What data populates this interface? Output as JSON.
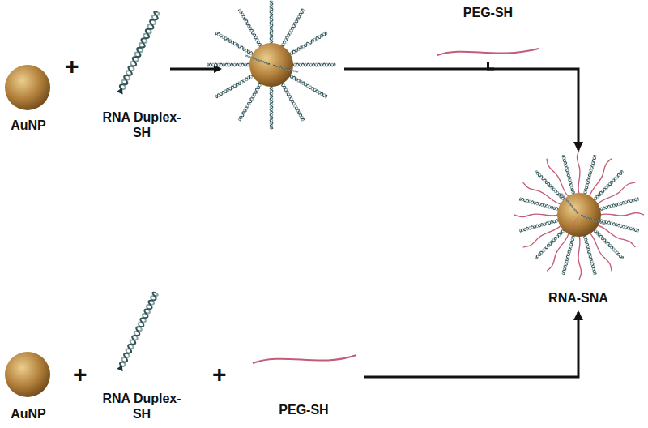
{
  "diagram": {
    "nodes": [
      {
        "text": [
          "AuNP"
        ]
      },
      {
        "text": [
          "RNA Duplex-SH"
        ]
      },
      {
        "text": [
          "PEG-SH"
        ]
      },
      {
        "text": [
          "RNA-SNA"
        ]
      },
      {
        "text": [
          "AuNP"
        ]
      },
      {
        "text": [
          "RNA Duplex-SH"
        ]
      },
      {
        "text": [
          "PEG-SH"
        ]
      }
    ],
    "edges": [
      {
        "from": 2,
        "to": 3,
        "arrow": "to"
      },
      {
        "from": 6,
        "to": 3,
        "arrow": "to"
      }
    ],
    "labels": [
      "+",
      "+",
      "+"
    ]
  }
}
